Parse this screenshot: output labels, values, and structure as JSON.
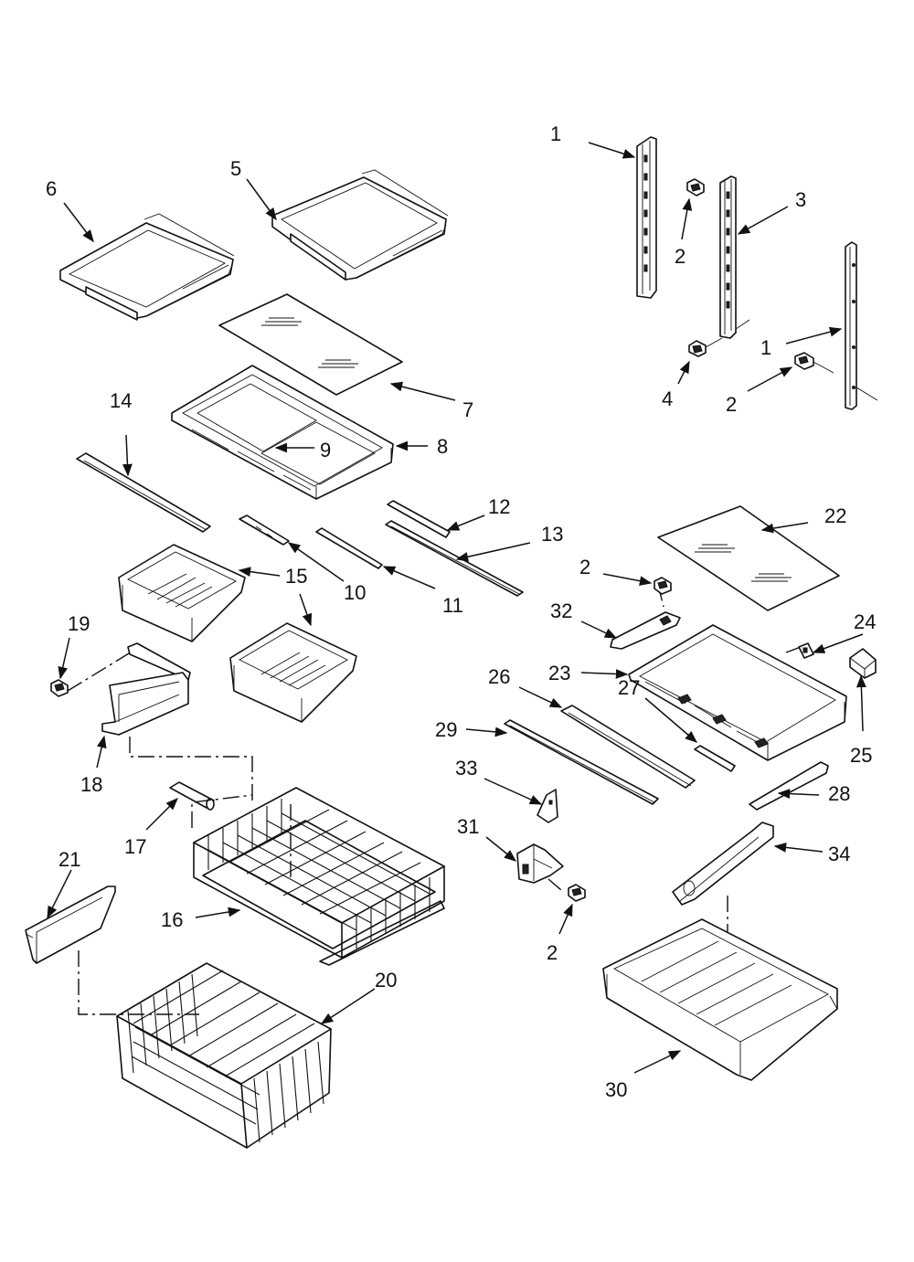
{
  "diagram": {
    "callouts": [
      {
        "id": "c1a",
        "text": "1"
      },
      {
        "id": "c1b",
        "text": "1"
      },
      {
        "id": "c2a",
        "text": "2"
      },
      {
        "id": "c2b",
        "text": "2"
      },
      {
        "id": "c2c",
        "text": "2"
      },
      {
        "id": "c2d",
        "text": "2"
      },
      {
        "id": "c3",
        "text": "3"
      },
      {
        "id": "c4",
        "text": "4"
      },
      {
        "id": "c5",
        "text": "5"
      },
      {
        "id": "c6",
        "text": "6"
      },
      {
        "id": "c7",
        "text": "7"
      },
      {
        "id": "c8",
        "text": "8"
      },
      {
        "id": "c9",
        "text": "9"
      },
      {
        "id": "c10",
        "text": "10"
      },
      {
        "id": "c11",
        "text": "11"
      },
      {
        "id": "c12",
        "text": "12"
      },
      {
        "id": "c13",
        "text": "13"
      },
      {
        "id": "c14",
        "text": "14"
      },
      {
        "id": "c15",
        "text": "15"
      },
      {
        "id": "c16",
        "text": "16"
      },
      {
        "id": "c17",
        "text": "17"
      },
      {
        "id": "c18",
        "text": "18"
      },
      {
        "id": "c19",
        "text": "19"
      },
      {
        "id": "c20",
        "text": "20"
      },
      {
        "id": "c21",
        "text": "21"
      },
      {
        "id": "c22",
        "text": "22"
      },
      {
        "id": "c23",
        "text": "23"
      },
      {
        "id": "c24",
        "text": "24"
      },
      {
        "id": "c25",
        "text": "25"
      },
      {
        "id": "c26",
        "text": "26"
      },
      {
        "id": "c27",
        "text": "27"
      },
      {
        "id": "c28",
        "text": "28"
      },
      {
        "id": "c29",
        "text": "29"
      },
      {
        "id": "c30",
        "text": "30"
      },
      {
        "id": "c31",
        "text": "31"
      },
      {
        "id": "c32",
        "text": "32"
      },
      {
        "id": "c33",
        "text": "33"
      },
      {
        "id": "c34",
        "text": "34"
      }
    ]
  }
}
